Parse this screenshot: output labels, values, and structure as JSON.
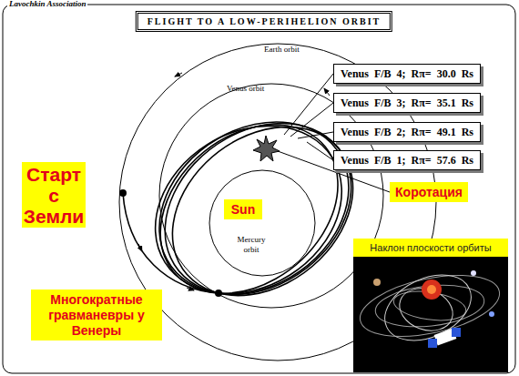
{
  "diagram": {
    "title": "FLIGHT TO A LOW-PERIHELION ORBIT",
    "nodes": [
      {
        "text": [
          "Venus F/B 4; Rπ= 30.0 Rs"
        ]
      },
      {
        "text": [
          "Venus F/B 3; Rπ= 35.1 Rs"
        ]
      },
      {
        "text": [
          "Venus F/B 2; Rπ= 49.1 Rs"
        ]
      },
      {
        "text": [
          "Venus F/B 1; Rπ= 57.6 Rs"
        ]
      },
      {
        "text": [
          "Старт с Земли"
        ]
      },
      {
        "text": [
          "Коротация"
        ]
      },
      {
        "text": [
          "Sun"
        ]
      },
      {
        "text": [
          "Наклон плоскости орбиты"
        ]
      },
      {
        "text": [
          "Многократные гравманевры у Венеры"
        ]
      }
    ],
    "labels": [
      "Lavochkin Association",
      "Earth orbit",
      "Venus orbit",
      "Mercury orbit"
    ]
  }
}
